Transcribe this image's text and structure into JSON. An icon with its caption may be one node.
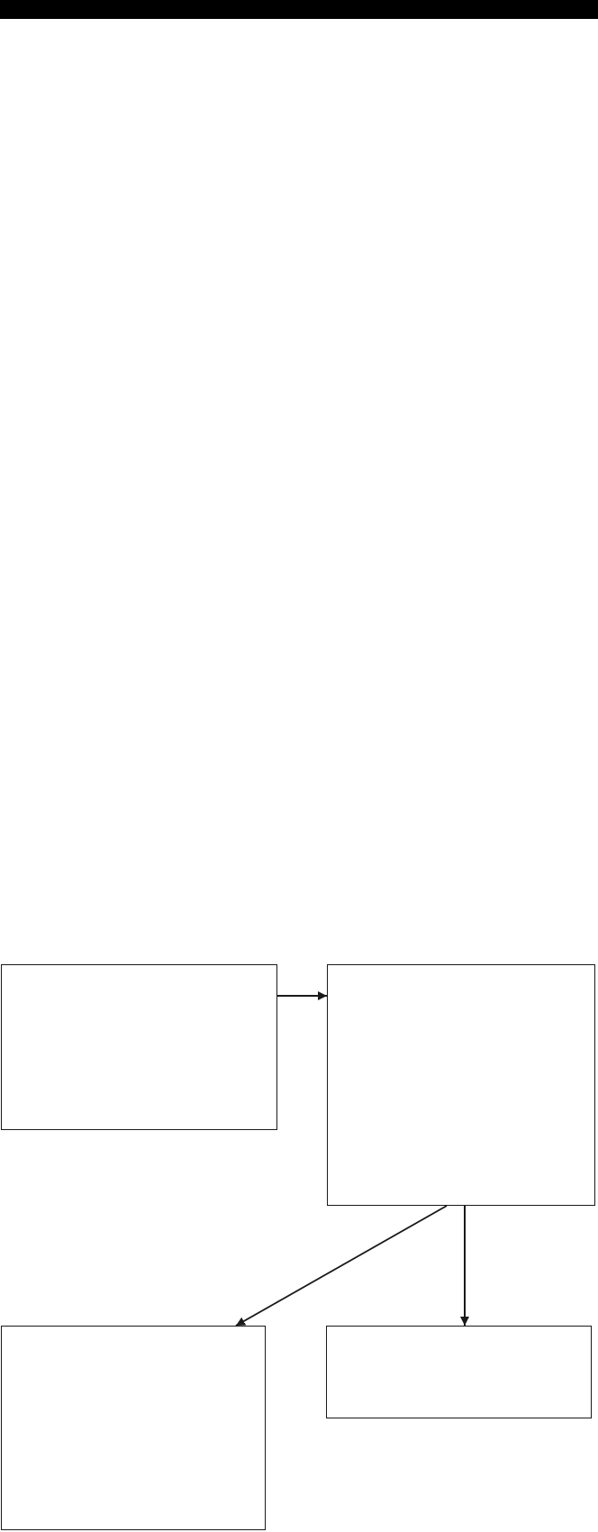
{
  "diagram": {
    "nodes": [
      {
        "text": [],
        "shape": "box"
      },
      {
        "text": [],
        "shape": "box"
      },
      {
        "text": [],
        "shape": "box"
      },
      {
        "text": [],
        "shape": "box"
      }
    ],
    "edges": [
      {
        "from": 0,
        "to": 1,
        "arrow": "to"
      },
      {
        "from": 1,
        "to": 2,
        "arrow": "to"
      },
      {
        "from": 1,
        "to": 3,
        "arrow": "to"
      }
    ]
  }
}
